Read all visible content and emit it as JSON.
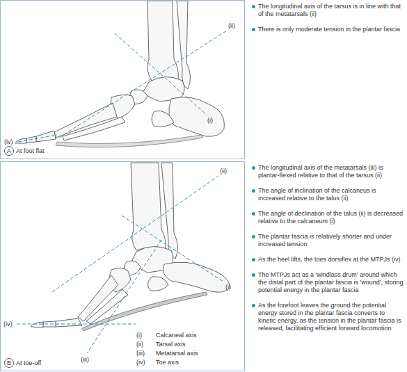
{
  "diagram": {
    "nodes": [
      {
        "text": [
          "A",
          "At foot flat"
        ]
      },
      {
        "text": [
          "B",
          "At toe-off"
        ]
      }
    ],
    "labels": [
      "(i)",
      "(ii)",
      "(iv)",
      "(ii)",
      "(i)",
      "(iv)",
      "(iii)",
      "(i)",
      "Calcaneal axis",
      "(ii)",
      "Tarsal axis",
      "(iii)",
      "Metatarsal axis",
      "(iv)",
      "Toe axis",
      "The longitudinal axis of the tarsus is in line with that of the metatarsals (ii)",
      "There is only moderate tension in the plantar fascia",
      "The longitudinal axis of the metatarsals (iii) is plantar-flexed relative to that of the tarsus (ii)",
      "The angle of inclination of the calcaneus is increased relative to the talus (ii)",
      "The angle of declination of the talus (ii) is decreased relative to the calcaneum (i)",
      "The plantar fascia is relatively shorter and under increased tension",
      "As the heel lifts, the toes dorsiflex at the MTPJs (iv)",
      "The MTPJs act as a 'windlass drum' around which the distal part of the plantar fascia is 'wound', storing potential energy in the plantar fascia",
      "As the forefoot leaves the ground the potential energy stored in the plantar fascia converts to kinetic energy, as the tension in the plantar fascia is released, facilitating efficient forward locomotion"
    ]
  }
}
